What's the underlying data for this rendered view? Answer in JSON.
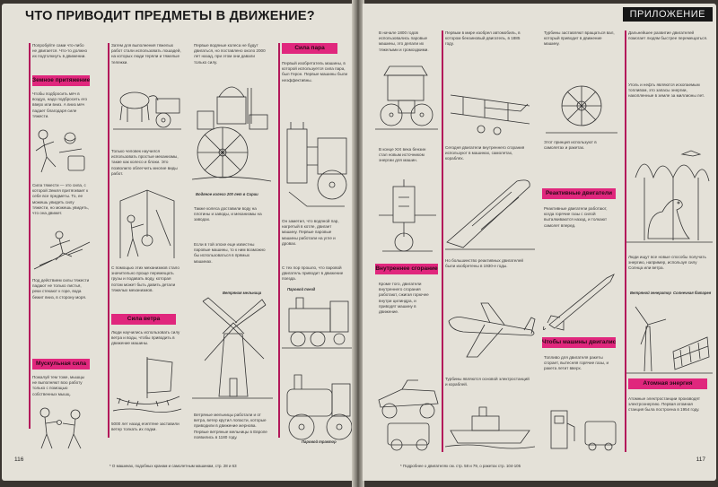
{
  "left_page": {
    "title": "ЧТО ПРИВОДИТ ПРЕДМЕТЫ В ДВИЖЕНИЕ?",
    "page_number": "116",
    "footnote": "* О машинах, подобных кранам и самолетным машинам, стр. 28 и 63",
    "headers": {
      "earth_gravity": "Земное притяжение",
      "muscle_power": "Мускульная сила",
      "wind_power": "Сила ветра",
      "steam_power": "Сила пара"
    },
    "texts": {
      "intro": "Попробуйте сами что-либо не двигается. Что-то должно их подтолкнуть в движении.",
      "gravity": "Чтобы подбросить мяч в воздух, надо подбросить его вверх или вниз. А вниз мяч падает благодаря силе тяжести.",
      "gravity_2": "Сила тяжести — это сила, с которой Земля притягивает к себе все предметы. То, ее можешь увидеть силу тяжести, но можешь увидеть, что она движет.",
      "gravity_3": "Под действием силы тяжести падают не только листья, реки стекают к горе, вода бежит вниз, в сторону моря.",
      "muscle": "Пожалуй тем тоже, мышцы не выполняют всю работу только с помощью собственных мышц.",
      "col2_top": "Затем для выполнения тяжелых работ стали использовать лошадей, на которых люди теряли и тяжелые тележки.",
      "col2_mid": "Только человек научился использовать простые механизмы, такие как колесо и блоки. Это позволило облегчить многие виды работ.",
      "col2_low": "С помощью этих механизмов стало значительно проще перемещать грузы и подавать воду, которая потом может быть давить детали тяжелых механизмов.",
      "wind": "Люди научились использовать силу ветра и воды, чтобы приводить в движение машины.",
      "wind_2": "5000 лет назад египтяне заставили ветер толкать их лодки.",
      "col3_top": "Первые водяные колеса не будут двигаться, но поставлено около 2000 лет назад, при этом они давали только силу.",
      "caption_waterwheel": "Водяное колесо 200 лет в Сирии",
      "col3_mid": "Также колеса доставили воду на плотины и заводы, и механизмы на заводах.",
      "col3_low": "Если в той эпохе еще известны паровые машины, то к ним возможно бы использоваться в прямых машинах.",
      "caption_windmill": "Ветряная мельница",
      "col3_bottom": "Ветряные мельницы работали и от ветра, ветер крутил лопасти, которые приводили в движение жернова. Первые ветряные мельницы в Европе появились в 1180 году.",
      "steam": "Первый изобретатель машины, в которой используется сила пара, был Герон. Первые машины были неэффективны.",
      "steam_2": "Он заметил, что водяной пар, нагретый в котле, двигает машину. Первые паровые машины работали на угле и дровах.",
      "steam_3": "С тех пор прошло, что паровой двигатель приводит в движение поезда.",
      "caption_locomotive": "Паровой поезд",
      "caption_tractor": "Паровой трактор"
    }
  },
  "right_page": {
    "appendix_label": "ПРИЛОЖЕНИЕ",
    "page_number": "117",
    "footnote": "* Подробнее о двигателях см. стр. 58 и 79, о ракетах стр. 104-105",
    "headers": {
      "internal_combustion": "Внутреннее сгорание",
      "reactive_engines": "Реактивные двигатели",
      "rocket_engines": "Чтобы машины двигались",
      "atomic_energy": "Атомная энергия"
    },
    "texts": {
      "col1_top": "В начале 1800 годов использовались паровые машины, это делали их тяжелыми и громоздкими.",
      "col1_mid": "В конце XIX века бензин стал новым источником энергии для машин.",
      "col1_low": "Кроме того, двигатели внутреннего сгорания работают, сжигая горючее внутри цилиндра, и приводят машину в движение.",
      "col2_top": "Первым в мире изобрел автомобиль, в котором бензиновый двигатель, в 1885 году.",
      "col2_mid": "Сегодня двигатели внутреннего сгорания используют в машинах, самолетах, кораблях.",
      "col2_low": "Но большинство реактивных двигателей были изобретены в 1930-е годы.",
      "col2_bottom": "Турбины являются основой электростанций и кораблей.",
      "col3_top": "Турбины заставляют вращаться вал, который приводит в движение машину.",
      "col3_mid": "Этот принцип используют в самолетах и ракетах.",
      "reactive": "Реактивные двигатели работают, когда горячие газы с силой выталкиваются назад, и толкают самолет вперед.",
      "rocket": "Топливо для двигателя ракеты сгорает, вытесняя горячие газы, и ракета летит вверх.",
      "col4_top": "Дальнейшее развитие двигателей помогает людям быстрее перемещаться.",
      "col4_mid": "Уголь и нефть являются ископаемым топливом, это запасы энергии, накопленные в земле за миллионы лет.",
      "col4_low": "Люди ищут все новые способы получать энергию, например, используя силу Солнца или ветра.",
      "caption_windgen": "Ветряной генератор",
      "caption_solar": "Солнечная батарея",
      "atomic": "Атомные электростанции производят электроэнергию. Первая атомная станция была построена в 1954 году."
    }
  }
}
